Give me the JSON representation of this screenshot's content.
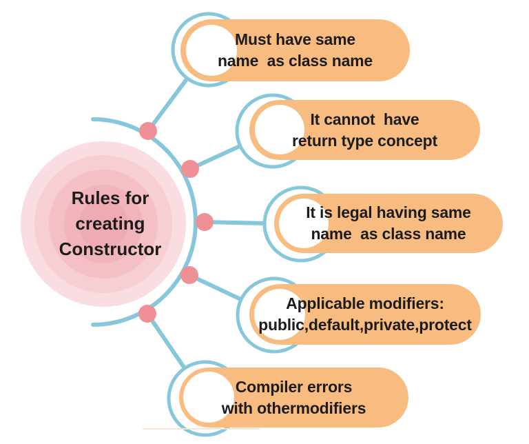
{
  "title": "Rules for creating Constructor diagram",
  "center": {
    "label": "Rules for\ncreating\nConstructor"
  },
  "nodes": [
    {
      "label": "Must have same\nname  as class name"
    },
    {
      "label": "It cannot  have\nreturn type concept"
    },
    {
      "label": "It is legal having same\nname  as class name"
    },
    {
      "label": "Applicable modifiers:\npublic,default,private,protect"
    },
    {
      "label": "Compiler errors\nwith othermodifiers"
    }
  ],
  "colors": {
    "background": "#FFFFFF",
    "pill_orange": "#F9BC80",
    "line_teal": "#87C7DB",
    "dot_pink": "#EE9096",
    "text": "#1C1C1C",
    "center_ring_1": "#FADDE0",
    "center_ring_2": "#F7CED2",
    "center_ring_3": "#F4C0C5",
    "center_ring_4": "#F1B4BB",
    "center_ring_5": "#EFABB2"
  }
}
